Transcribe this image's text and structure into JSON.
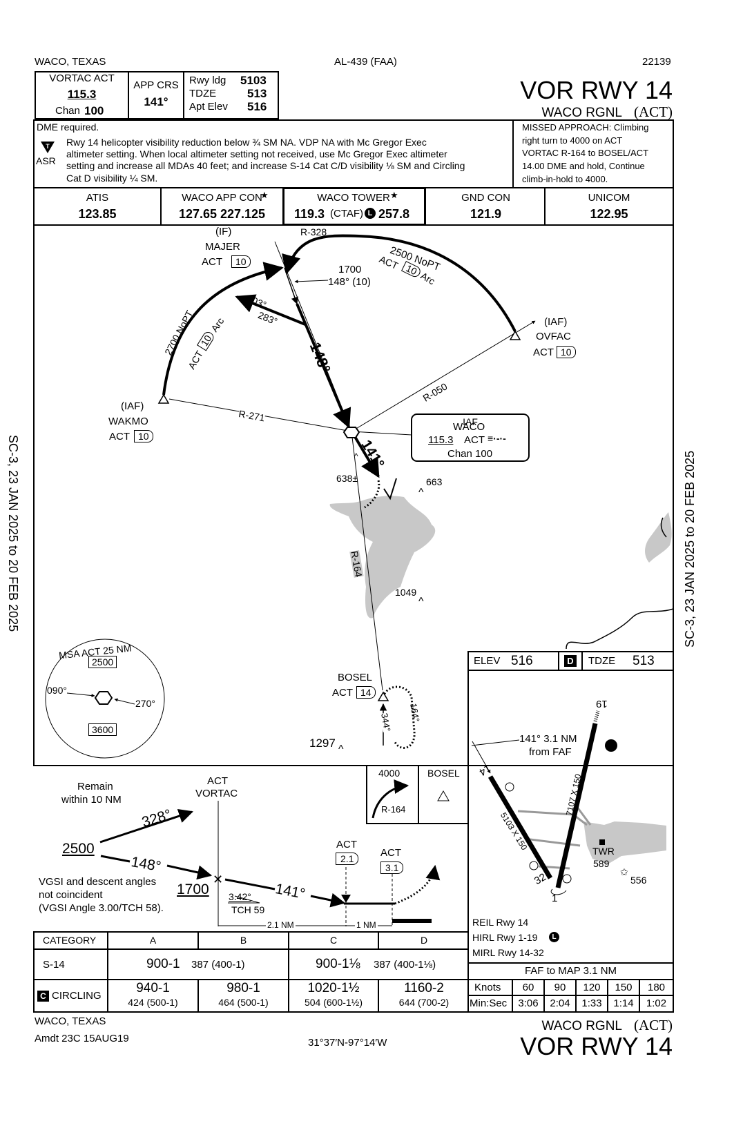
{
  "header": {
    "location": "WACO, TEXAS",
    "procedure_id": "AL-439 (FAA)",
    "cycle": "22139",
    "title": "VOR RWY 14",
    "airport": "WACO RGNL",
    "airport_code": "(ACT)"
  },
  "nav_box": {
    "vortac_label": "VORTAC  ACT",
    "freq": "115.3",
    "chan_label": "Chan",
    "chan": "100",
    "app_crs_label": "APP CRS",
    "app_crs": "141°",
    "rwy_ldg_label": "Rwy ldg",
    "rwy_ldg": "5103",
    "tdze_label": "TDZE",
    "tdze": "513",
    "apt_elev_label": "Apt Elev",
    "apt_elev": "516"
  },
  "notes": {
    "dme": "DME required.",
    "asr": "ASR",
    "body_1": "Rwy 14 helicopter visibility reduction below ¾ SM NA.  VDP NA with Mc Gregor Exec",
    "body_2": "altimeter setting.  When local altimeter setting not received, use Mc Gregor Exec altimeter",
    "body_3": "setting and increase all MDAs 40 feet; and increase S-14 Cat C/D visibility ⅛ SM and Circling",
    "body_4": "Cat D visibility ¼ SM.",
    "missed_1": "MISSED APPROACH:  Climbing",
    "missed_2": "right turn to 4000 on ACT",
    "missed_3": "VORTAC R-164 to BOSEL/ACT",
    "missed_4": "14.00 DME and hold, Continue",
    "missed_5": "climb-in-hold to 4000."
  },
  "comms": [
    {
      "label": "ATIS",
      "freq": "123.85"
    },
    {
      "label": "WACO APP CON",
      "freq": "127.65  227.125"
    },
    {
      "label": "WACO TOWER",
      "freq": "119.3",
      "note": "(CTAF)",
      "freq2": "257.8"
    },
    {
      "label": "GND CON",
      "freq": "121.9"
    },
    {
      "label": "UNICOM",
      "freq": "122.95"
    }
  ],
  "plan": {
    "if_label": "(IF)",
    "majer": "MAJER",
    "act": "ACT",
    "majer_dme": "10",
    "r328": "R-328",
    "arc_ne": "2500 NoPT",
    "arc_ne_act": "ACT",
    "arc_ne_dme": "10",
    "arc_ne_arc": "Arc",
    "alt_1700": "1700",
    "crs_148_10": "148° (10)",
    "crs_103": "103°",
    "crs_283": "283°",
    "arc_nw": "2700 NoPT",
    "arc_nw_dme": "10",
    "arc_nw_arc": "Arc",
    "crs_148": "148°",
    "iaf": "(IAF)",
    "ovfac": "OVFAC",
    "ovfac_dme": "10",
    "r050": "R-050",
    "wakmo": "WAKMO",
    "wakmo_dme": "10",
    "r271": "R-271",
    "waco_iaf": "IAF",
    "waco": "WACO",
    "waco_freq": "115.3",
    "waco_act": "ACT",
    "waco_chan": "Chan 100",
    "crs_141": "141°",
    "obs_638": "638±",
    "obs_663": "663",
    "r164": "R-164",
    "obs_1049": "1049",
    "bosel": "BOSEL",
    "bosel_dme": "14",
    "hold_164": "164°",
    "hold_344": "344°",
    "obs_1297": "1297",
    "msa_title": "MSA ACT 25 NM",
    "msa_2500": "2500",
    "msa_3600": "3600",
    "msa_090": "090°",
    "msa_270": "270°"
  },
  "airport_diagram": {
    "elev_label": "ELEV",
    "elev": "516",
    "d_label": "D",
    "tdze_label": "TDZE",
    "tdze": "513",
    "rwy_19": "19",
    "faf_note_1": "141° 3.1 NM",
    "faf_note_2": "from FAF",
    "rwy_14": "14",
    "rwy_1": "1",
    "rwy_32": "32",
    "dim_14_32": "5103 X 150",
    "dim_1_19": "7107 X 150",
    "twr": "TWR",
    "twr_elev": "589",
    "obs_556": "556",
    "lights_1": "REIL Rwy 14",
    "lights_2": "HIRL Rwy 1-19",
    "lights_3": "MIRL Rwy 14-32"
  },
  "profile": {
    "remain_1": "Remain",
    "remain_2": "within 10 NM",
    "act": "ACT",
    "vortac": "VORTAC",
    "crs_328": "328°",
    "alt_2500": "2500",
    "crs_148": "148°",
    "alt_1700": "1700",
    "crs_141": "141°",
    "vgsi_1": "VGSI and descent angles",
    "vgsi_2": "not coincident",
    "vgsi_3": "(VGSI Angle 3.00/TCH 58).",
    "angle": "3.42°",
    "tch": "TCH 59",
    "fix1_act": "ACT",
    "fix1_dme": "2.1",
    "fix2_act": "ACT",
    "fix2_dme": "3.1",
    "dist_1": "2.1 NM",
    "dist_2": "1 NM",
    "missed_alt": "4000",
    "missed_r": "R-164",
    "missed_fix": "BOSEL"
  },
  "minimums": {
    "category_label": "CATEGORY",
    "cats": [
      "A",
      "B",
      "C",
      "D"
    ],
    "s14_label": "S-14",
    "s14_ab_mda": "900-1",
    "s14_ab_hat": "387 (400-1)",
    "s14_cd_mda": "900-1⅛",
    "s14_cd_hat": "387 (400-1⅛)",
    "circling_label": "CIRCLING",
    "circling_badge": "C",
    "circling": [
      {
        "mda": "940-1",
        "hat": "424 (500-1)"
      },
      {
        "mda": "980-1",
        "hat": "464 (500-1)"
      },
      {
        "mda": "1020-1½",
        "hat": "504 (600-1½)"
      },
      {
        "mda": "1160-2",
        "hat": "644 (700-2)"
      }
    ]
  },
  "timing": {
    "title": "FAF to MAP  3.1 NM",
    "knots_label": "Knots",
    "minsec_label": "Min:Sec",
    "knots": [
      "60",
      "90",
      "120",
      "150",
      "180"
    ],
    "times": [
      "3:06",
      "2:04",
      "1:33",
      "1:14",
      "1:02"
    ]
  },
  "footer": {
    "location": "WACO, TEXAS",
    "amdt": "Amdt 23C  15AUG19",
    "coords": "31°37′N-97°14′W",
    "airport": "WACO RGNL",
    "airport_code": "(ACT)",
    "title": "VOR RWY 14"
  },
  "margin": {
    "left": "SC-3,  23 JAN 2025  to  20 FEB 2025",
    "right": "SC-3,  23 JAN 2025  to  20 FEB 2025"
  },
  "colors": {
    "terrain": "#c8c8c8",
    "ink": "#000000"
  }
}
